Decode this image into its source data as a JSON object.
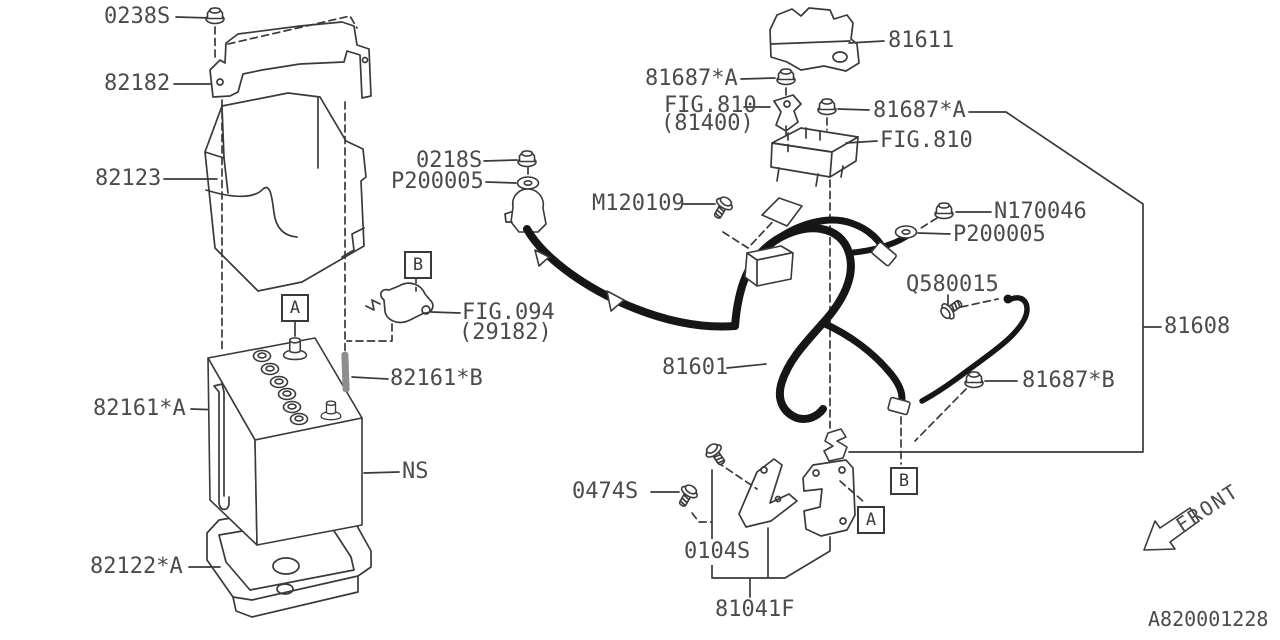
{
  "diagram_type": "parts-diagram",
  "colors": {
    "background": "#ffffff",
    "line": "#3a3a3a",
    "text": "#4b4b4b",
    "harness": "#161616",
    "rod_fill": "#8d8d8d"
  },
  "labels": {
    "p0238s": "0238S",
    "p82182": "82182",
    "p82123": "82123",
    "p0218s": "0218S",
    "p200005": "P200005",
    "m120109": "M120109",
    "p81611": "81611",
    "p81687a": "81687*A",
    "fig810": "FIG.810",
    "fig810_ref": "(81400)",
    "n170046": "N170046",
    "q580015": "Q580015",
    "p81608": "81608",
    "p81601": "81601",
    "p81687b": "81687*B",
    "p82161b": "82161*B",
    "p82161a": "82161*A",
    "ns": "NS",
    "p82122a": "82122*A",
    "p0474s": "0474S",
    "p0104s": "0104S",
    "p81041f": "81041F",
    "fig094": "FIG.094",
    "fig094_ref": "(29182)"
  },
  "callouts": {
    "a": "A",
    "b": "B"
  },
  "front_label": "FRONT",
  "drawing_number": "A820001228"
}
